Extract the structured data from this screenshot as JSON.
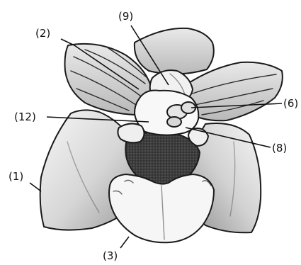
{
  "labels": {
    "l1": "(1)",
    "l2": "(2)",
    "l3": "(3)",
    "l6": "(6)",
    "l8": "(8)",
    "l9": "(9)",
    "l12": "(12)"
  },
  "colors": {
    "ink": "#111111",
    "petal_shade": "#d9d9d9",
    "light_fill": "#f4f4f4",
    "dark_center": "#3a3a3a"
  }
}
